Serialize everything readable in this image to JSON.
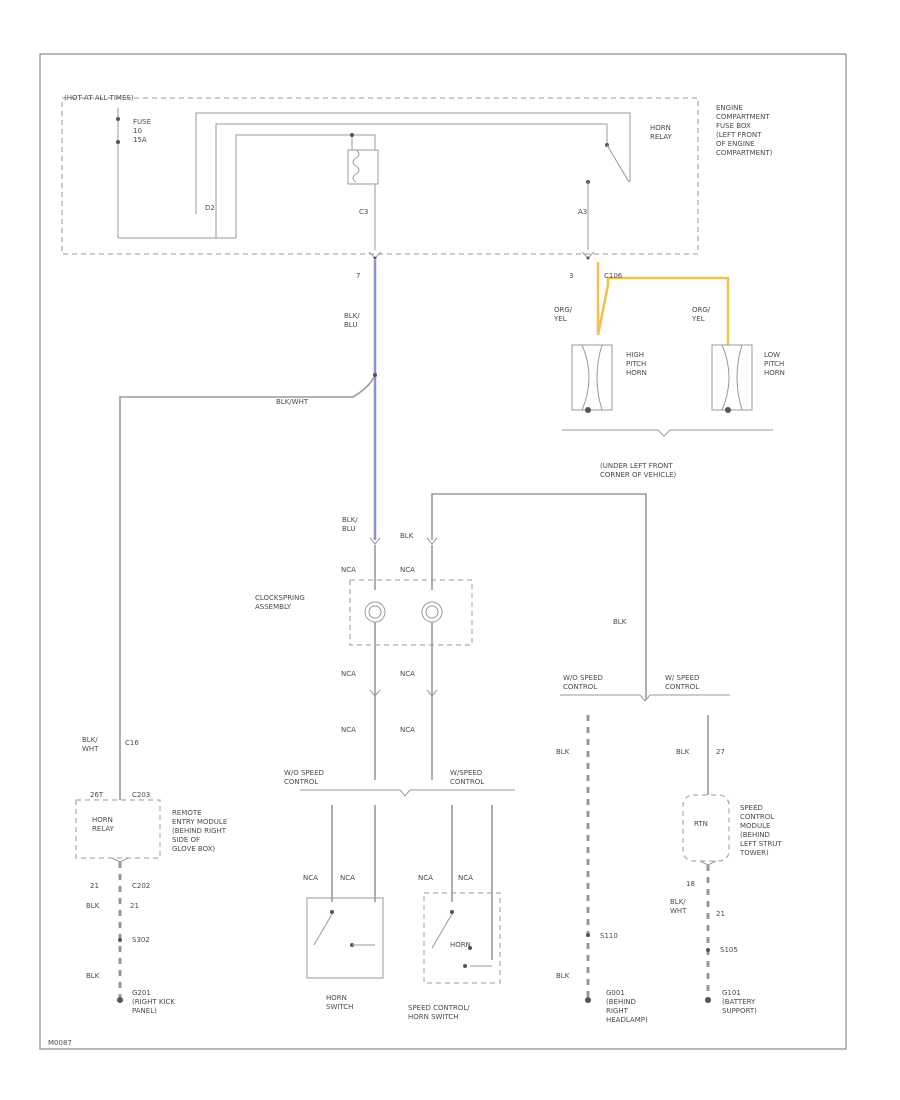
{
  "diagram_id": "M0087",
  "fuse_box": {
    "header": "(HOT AT ALL TIMES)",
    "fuse_label": "FUSE\n10\n15A",
    "terminals": {
      "left": "D2",
      "mid": "C3",
      "right": "A3"
    },
    "relay_label": "HORN\nRELAY",
    "location": "ENGINE\nCOMPARTMENT\nFUSE BOX\n(LEFT FRONT\nOF ENGINE\nCOMPARTMENT)"
  },
  "connectors": {
    "c_left_pin": "7",
    "c_right_pin": "3",
    "splice": "C106",
    "splice_wire": "BLK/WHT"
  },
  "wires": {
    "blk_blu_top": "BLK/\nBLU",
    "org_yel_a": "ORG/\nYEL",
    "org_yel_b": "ORG/\nYEL",
    "blk_blu_mid": "BLK/\nBLU",
    "blk_mid": "BLK",
    "nca_1": "NCA",
    "nca_2": "NCA",
    "nca_3": "NCA",
    "nca_4": "NCA",
    "nca_5": "NCA",
    "nca_6": "NCA",
    "blk_right": "BLK",
    "blk_left_low": "BLK",
    "blk_far_right": "BLK",
    "blk_whi": "BLK/\nWHT"
  },
  "horns": {
    "high": "HIGH\nPITCH\nHORN",
    "low": "LOW\nPITCH\nHORN",
    "location": "(UNDER LEFT FRONT\nCORNER OF VEHICLE)"
  },
  "clockspring": {
    "label": "CLOCKSPRING\nASSEMBLY"
  },
  "speed_control_options": {
    "wo_left": "W/O SPEED\nCONTROL",
    "w_left": "W/SPEED\nCONTROL",
    "wo_right": "W/O SPEED\nCONTROL",
    "w_right": "W/ SPEED\nCONTROL"
  },
  "remote_entry": {
    "box_label": "HORN\nRELAY",
    "pin_top": "26T",
    "conn_top": "C203",
    "pin_bottom": "21",
    "conn_bottom": "C202",
    "wire_top": "BLK/\nWHT",
    "wire_top_pin": "C16",
    "wire_bottom": "BLK",
    "wire_bottom_pin": "21",
    "desc": "REMOTE\nENTRY MODULE\n(BEHIND RIGHT\nSIDE OF\nGLOVE BOX)",
    "splice": "S302",
    "ground_wire": "BLK",
    "ground": "G201\n(RIGHT KICK\nPANEL)"
  },
  "switches": {
    "horn": "HORN\nSWITCH",
    "speed_horn": "SPEED CONTROL/\nHORN SWITCH",
    "horn_inner": "HORN"
  },
  "speed_module": {
    "box": "RTN",
    "pin_top": "27",
    "pin_bottom": "18",
    "desc": "SPEED\nCONTROL\nMODULE\n(BEHIND\nLEFT STRUT\nTOWER)",
    "splice": "S105",
    "ground": "G101\n(BATTERY\nSUPPORT)",
    "pin_21": "21"
  },
  "mid_ground": {
    "splice": "S110",
    "wire": "BLK",
    "ground": "G001\n(BEHIND\nRIGHT\nHEADLAMP)"
  }
}
